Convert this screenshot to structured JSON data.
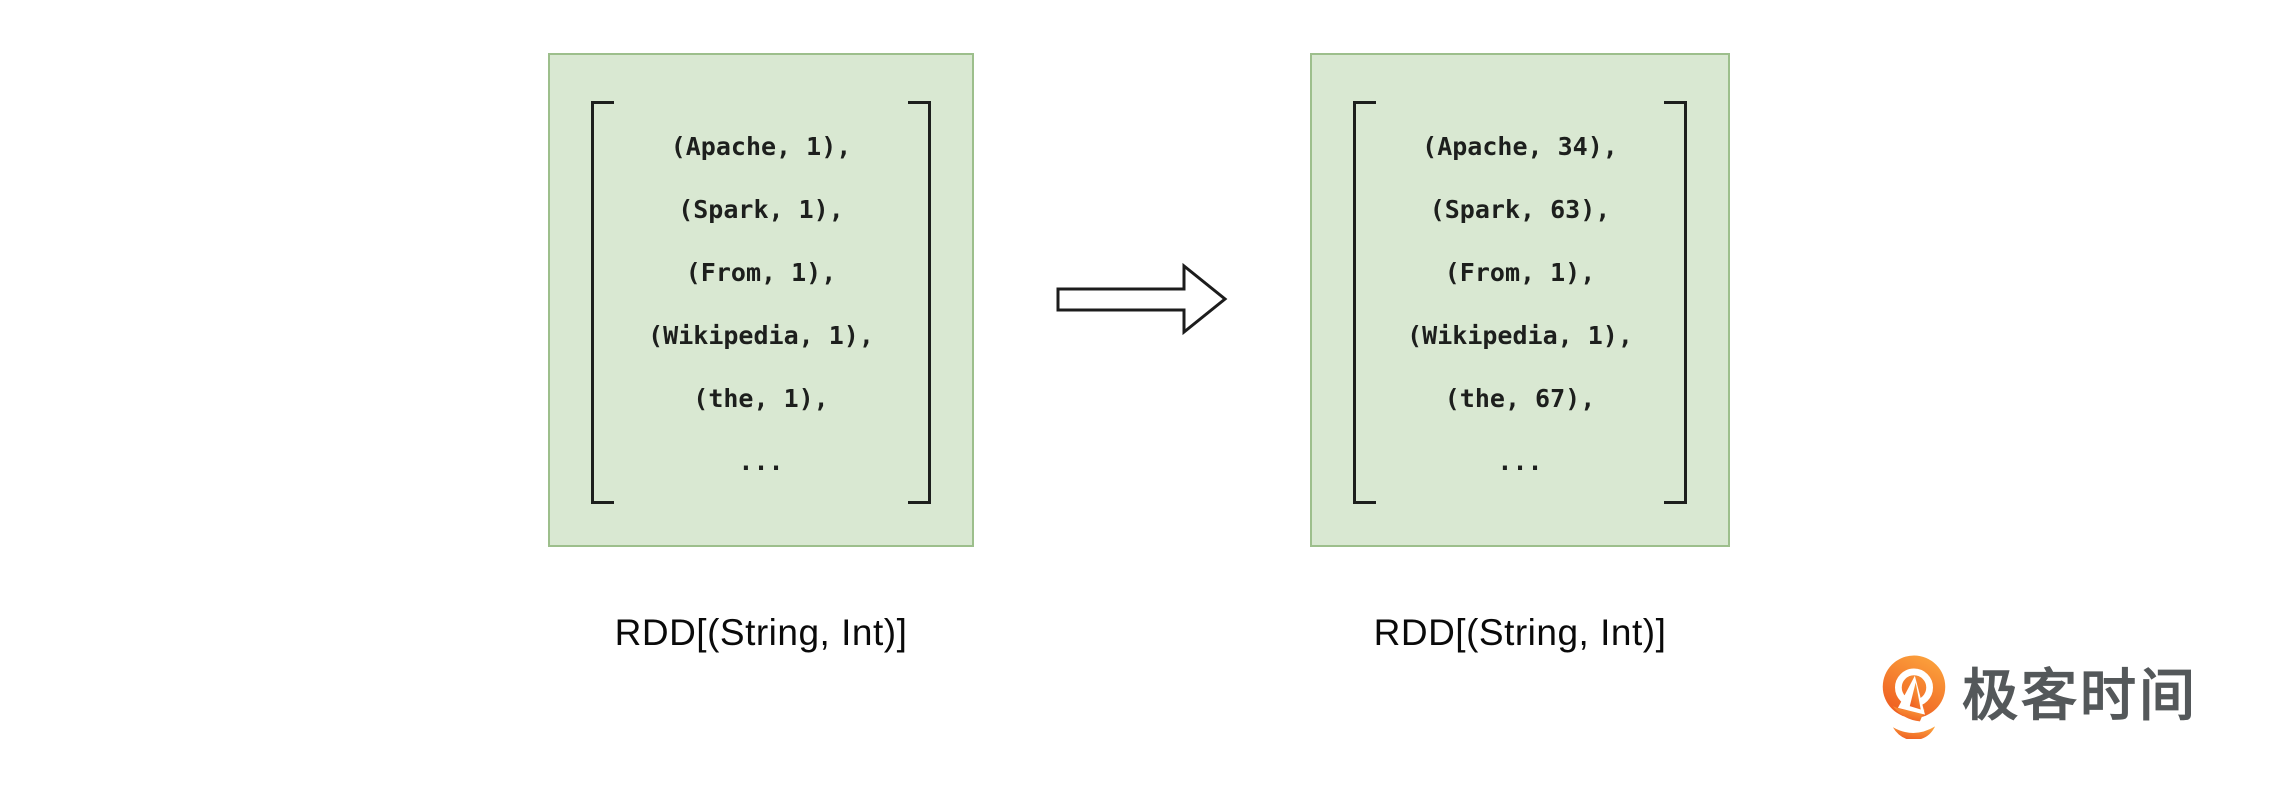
{
  "colors": {
    "box_fill": "#d9e8d2",
    "box_border": "#9dbf8c",
    "ink": "#1d1f1d",
    "label_ink": "#0a0a0a",
    "arrow_stroke": "#1c1c1c",
    "arrow_fill": "#ffffff",
    "logo_orange": "#ee5a20",
    "logo_orange_light": "#fba13c",
    "logo_text_color": "#54585a"
  },
  "rdd_before": {
    "items": [
      "(Apache, 1),",
      "(Spark, 1),",
      "(From, 1),",
      "(Wikipedia, 1),",
      "(the, 1),",
      "..."
    ],
    "label": "RDD[(String, Int)]"
  },
  "rdd_after": {
    "items": [
      "(Apache, 34),",
      "(Spark, 63),",
      "(From, 1),",
      "(Wikipedia, 1),",
      "(the, 67),",
      "..."
    ],
    "label": "RDD[(String, Int)]"
  },
  "arrow": {
    "direction": "right"
  },
  "logo": {
    "text": "极客时间"
  }
}
